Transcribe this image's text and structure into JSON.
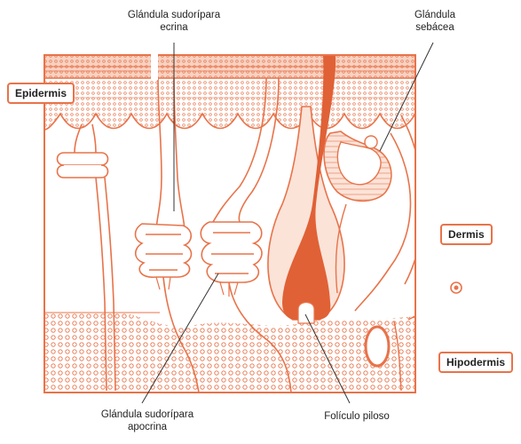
{
  "colors": {
    "accent": "#e8734a",
    "accent_dark": "#d7542a",
    "light_fill": "#f7d2c2",
    "text": "#222222"
  },
  "labels": {
    "eccrine_gland": [
      "Glándula sudorípara",
      "ecrina"
    ],
    "sebaceous_gland": [
      "Glándula",
      "sebácea"
    ],
    "apocrine_gland": [
      "Glándula sudorípara",
      "apocrina"
    ],
    "hair_follicle": "Folículo piloso"
  },
  "layers": {
    "epidermis": "Epidermis",
    "dermis": "Dermis",
    "hypodermis": "Hipodermis"
  }
}
